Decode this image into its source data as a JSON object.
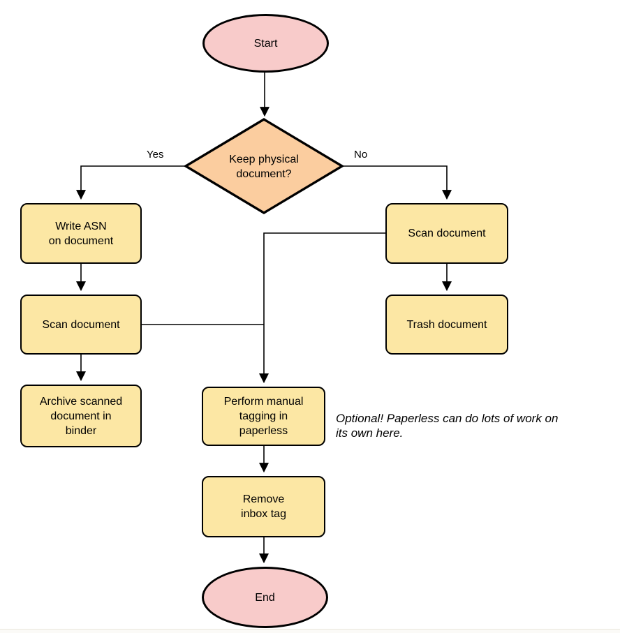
{
  "colors": {
    "node-pink": "#f8cbca",
    "node-orange": "#fbcd9f",
    "node-yellow": "#fce7a4",
    "stroke": "#000000"
  },
  "nodes": {
    "start": "Start",
    "decision": "Keep physical\ndocument?",
    "write_asn": "Write ASN\non document",
    "scan_left": "Scan document",
    "archive": "Archive scanned\ndocument in\nbinder",
    "scan_right": "Scan document",
    "trash": "Trash document",
    "tagging": "Perform manual\ntagging in\npaperless",
    "remove": "Remove\ninbox tag",
    "end": "End"
  },
  "edge_labels": {
    "yes": "Yes",
    "no": "No"
  },
  "annotation": "Optional! Paperless can do lots of work on\nits own here."
}
